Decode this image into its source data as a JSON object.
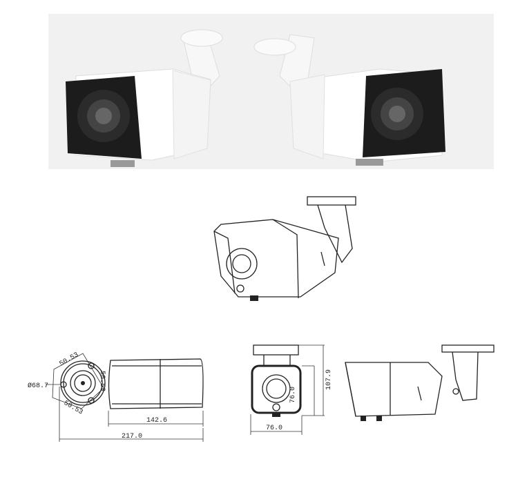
{
  "photo": {
    "background": "#f1f1f1",
    "body_color": "#ffffff",
    "front_color": "#1a1a1a"
  },
  "drawings": {
    "front_view": {
      "diameter": "Ø68.7",
      "mount_a": "50.53",
      "mount_b": "50.53",
      "mount_c": "50.53"
    },
    "top_view": {
      "body_length": "142.6",
      "total_length": "217.0"
    },
    "end_view": {
      "height": "76.0",
      "total_height": "107.9",
      "width": "76.0"
    }
  }
}
